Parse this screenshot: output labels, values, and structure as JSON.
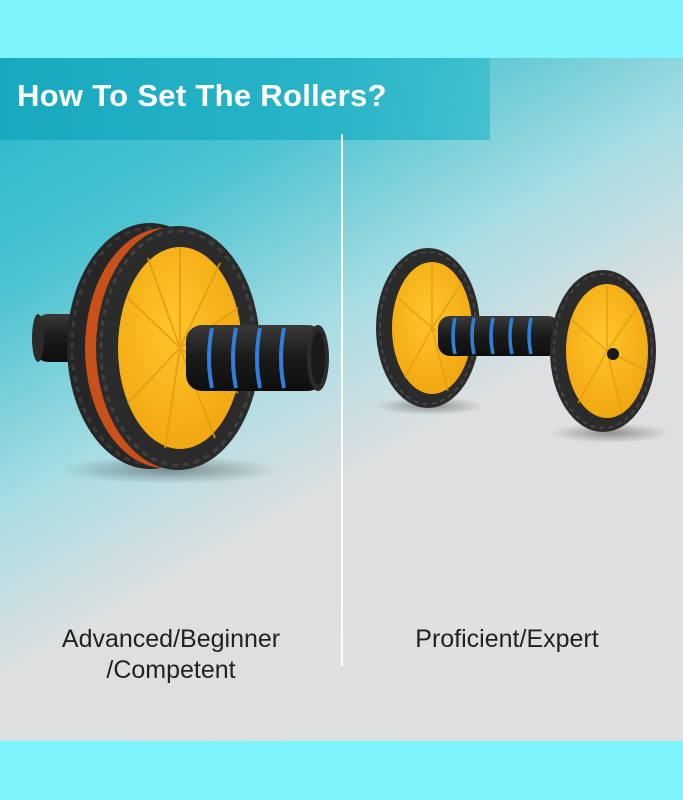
{
  "title": "How To Set The Rollers?",
  "captions": {
    "left_line1": "Advanced/Beginner",
    "left_line2": "/Competent",
    "right": "Proficient/Expert"
  },
  "icons": {
    "left": "double-wheel-ab-roller-icon",
    "right": "separated-wheel-ab-roller-icon"
  },
  "colors": {
    "band": "#7df4fb",
    "accent_teal": "#1fb0c4",
    "wheel_hub": "#f7b419",
    "tire": "#2b2b2b",
    "foam_grip": "#1d1d1d",
    "grip_ring": "#2f7fd6"
  }
}
